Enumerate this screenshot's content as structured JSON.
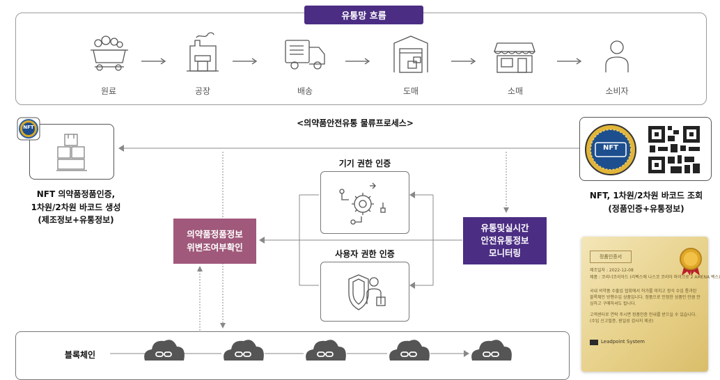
{
  "flow": {
    "title": "유통망 흐름",
    "stages": [
      {
        "label": "원료",
        "icon": "raw-material-cart-icon"
      },
      {
        "label": "공장",
        "icon": "factory-icon"
      },
      {
        "label": "배송",
        "icon": "delivery-truck-icon"
      },
      {
        "label": "도매",
        "icon": "warehouse-icon"
      },
      {
        "label": "소매",
        "icon": "store-icon"
      },
      {
        "label": "소비자",
        "icon": "consumer-person-icon"
      }
    ]
  },
  "process": {
    "title": "<의약품안전유통 물류프로세스>",
    "left_caption": [
      "NFT 의약품정품인증,",
      "1차원/2차원 바코드 생성",
      "(제조정보+유통정보)"
    ],
    "right_caption": [
      "NFT, 1차원/2차원 바코드 조회",
      "(정품인증+유통정보)"
    ],
    "device_auth": "기기 권한 인증",
    "user_auth": "사용자 권한 인증",
    "verify_box": [
      "의약품정품정보",
      "위변조여부확인"
    ],
    "monitor_box": [
      "유통및실시간",
      "안전유통정보",
      "모니터링"
    ],
    "nft_badge": "NFT"
  },
  "blockchain": {
    "label": "블록체인"
  },
  "certificate": {
    "title": "정품인증서",
    "line1": "제조일자 : 2022-12-08",
    "line2": "제품 : 코리너코리아드 (리벡스에 나스코 코리아 마이크로 2 AMENA 벡스)",
    "para1": "국내 의약품 수출입 협회에서 허가를 마치고 정식 수입 통과된 블록체인 방행수입 상품입니다. 정품으로 인정한 상품인 만큼 안심하고 구매하셔도 됩니다.",
    "para2": "고객센터로 연락 주시면 정품인증 안내를 받으실 수 있습니다. (수입 신고필증, 원일성 검사지 제공)",
    "brand": "Leadpoint System"
  },
  "colors": {
    "purple": "#4b2d83",
    "mauve": "#a0597b",
    "gold": "#c9a227"
  }
}
